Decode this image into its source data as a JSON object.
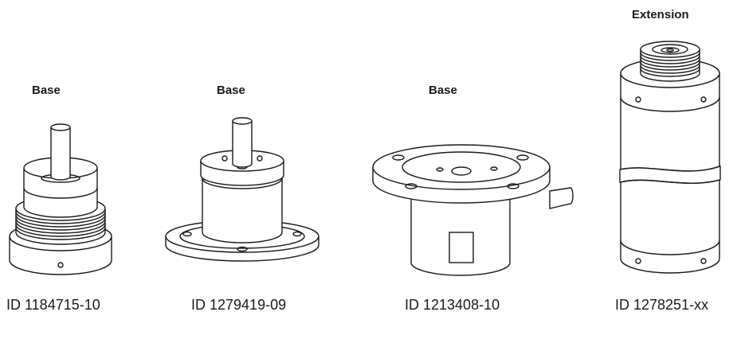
{
  "products": [
    {
      "label": "Base",
      "id": "ID 1184715-10"
    },
    {
      "label": "Base",
      "id": "ID 1279419-09"
    },
    {
      "label": "Base",
      "id": "ID 1213408-10"
    },
    {
      "label": "Extension",
      "id": "ID 1278251-xx"
    }
  ]
}
